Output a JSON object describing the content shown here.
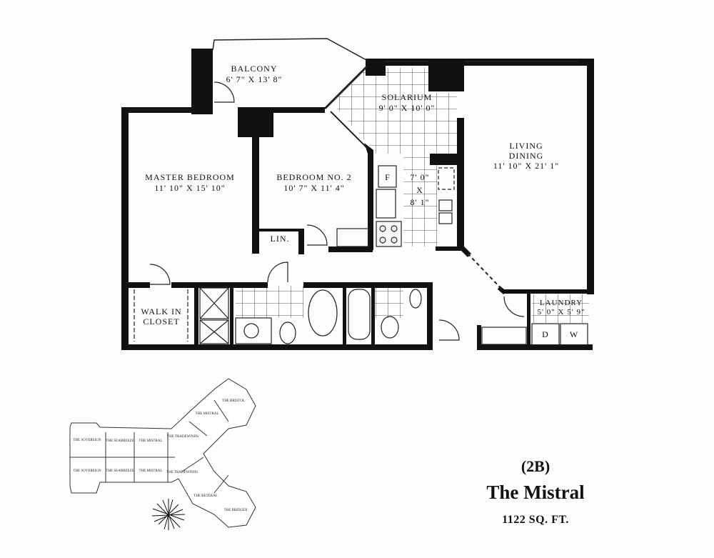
{
  "rooms": {
    "balcony": {
      "name": "BALCONY",
      "size": "6' 7\" X 13' 8\""
    },
    "solarium": {
      "name": "SOLARIUM",
      "size": "9' 0\" X 10' 0\""
    },
    "living": {
      "name1": "LIVING",
      "name2": "DINING",
      "size": "11' 10\" X 21' 1\""
    },
    "master": {
      "name": "MASTER BEDROOM",
      "size": "11' 10\" X 15' 10\""
    },
    "bedroom2": {
      "name": "BEDROOM NO. 2",
      "size": "10' 7\" X 11' 4\""
    },
    "kitchen": {
      "dim1": "7' 0\"",
      "x": "X",
      "dim2": "8' 1\"",
      "fridge": "F"
    },
    "linen": "LIN.",
    "closet": {
      "line1": "WALK IN",
      "line2": "CLOSET"
    },
    "laundry": {
      "name": "LAUNDRY",
      "size": "5' 0\" X 5' 9\"",
      "dryer": "D",
      "washer": "W"
    }
  },
  "key_plan": {
    "units": [
      "THE SOVEREIGN",
      "THE SEABREEZE",
      "THE MISTRAL",
      "THE TRADEWINDS",
      "THE MISTRAL",
      "THE BRISTOL",
      "THE SOVEREIGN",
      "THE SEABREEZE",
      "THE MISTRAL",
      "THE TRADEWINDS",
      "THE BETERAL",
      "THE BRIDGER"
    ]
  },
  "title": {
    "unit": "(2B)",
    "name": "The Mistral",
    "area": "1122 SQ. FT."
  }
}
